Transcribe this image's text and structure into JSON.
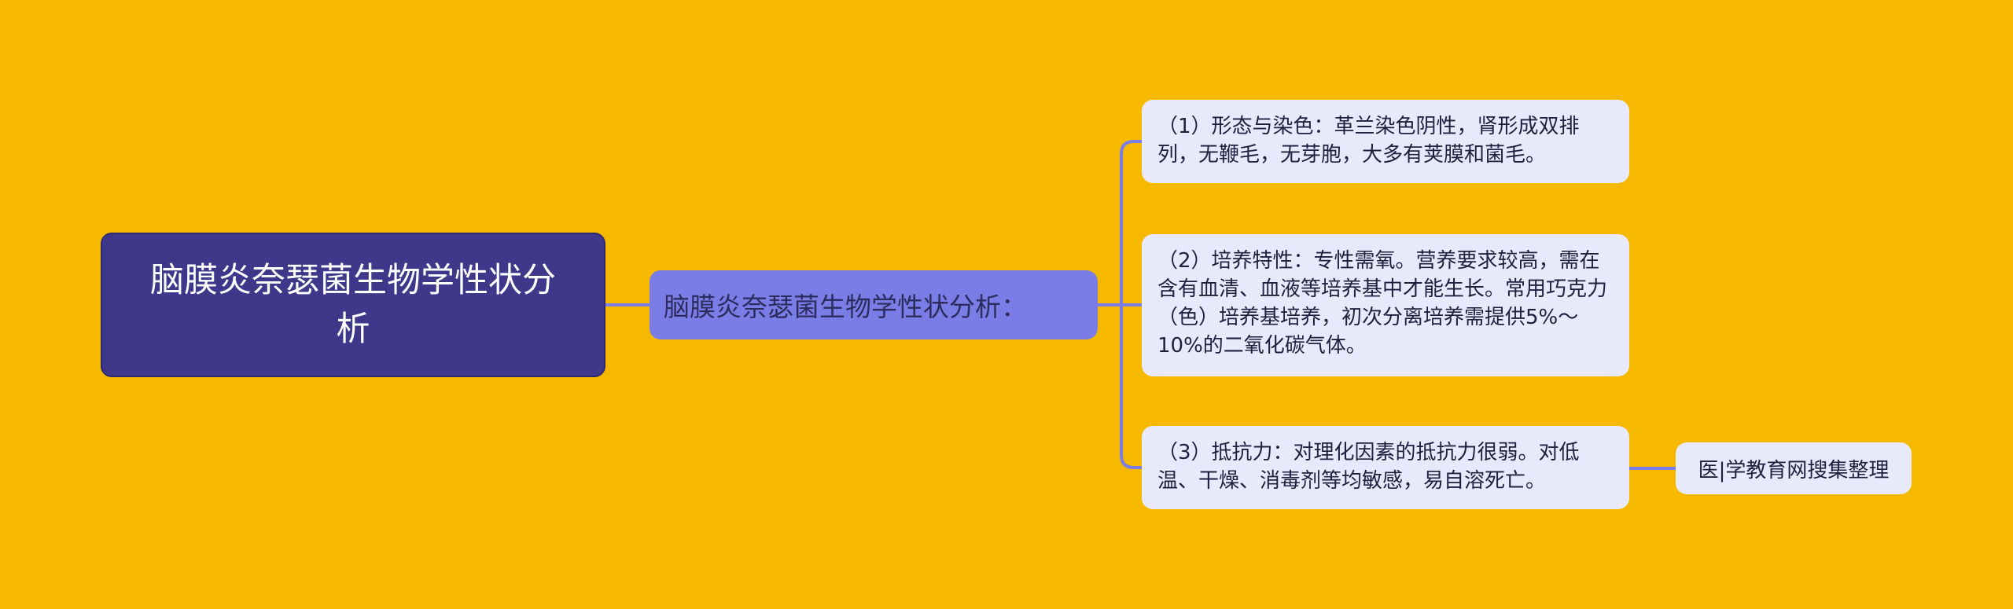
{
  "root": {
    "label": "脑膜炎奈瑟菌生物学性状分析"
  },
  "branch": {
    "label": "脑膜炎奈瑟菌生物学性状分析："
  },
  "leaves": [
    {
      "text": "（1）形态与染色：革兰染色阴性，肾形成双排列，无鞭毛，无芽胞，大多有荚膜和菌毛。"
    },
    {
      "text": "（2）培养特性：专性需氧。营养要求较高，需在含有血清、血液等培养基中才能生长。常用巧克力（色）培养基培养，初次分离培养需提供5%～10%的二氧化碳气体。"
    },
    {
      "text": "（3）抵抗力：对理化因素的抵抗力很弱。对低温、干燥、消毒剂等均敏感，易自溶死亡。"
    }
  ],
  "note": {
    "label": "医|学教育网搜集整理"
  },
  "colors": {
    "background": "#f6b900",
    "root_fill": "#3e378a",
    "branch_fill": "#7b7de6",
    "leaf_fill": "#e8e9fb",
    "connector": "#7b7de6"
  }
}
